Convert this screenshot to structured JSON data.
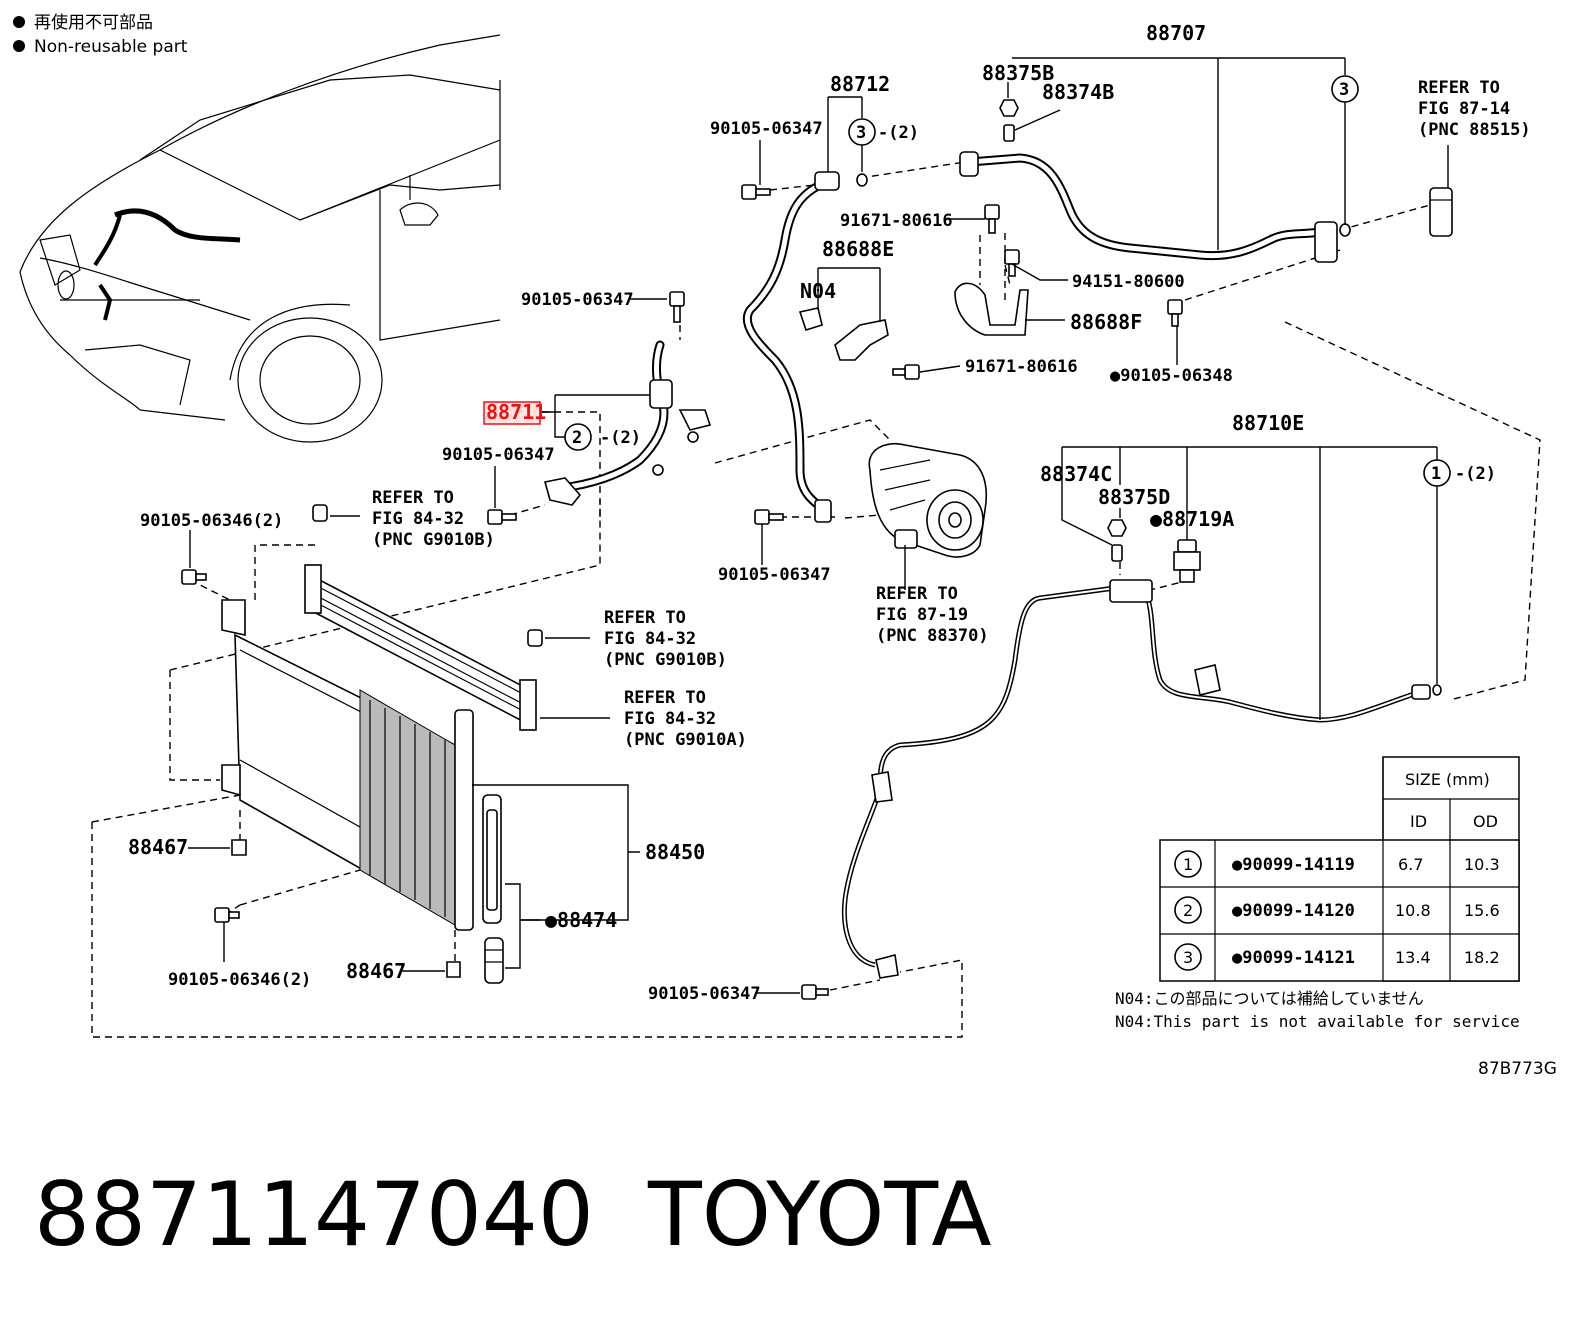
{
  "legend": {
    "jp": "再使用不可部品",
    "en": "Non-reusable part"
  },
  "labels": {
    "p88707": "88707",
    "p88375B": "88375B",
    "p88374B": "88374B",
    "p88712": "88712",
    "b90105_06347_a": "90105-06347",
    "b90105_06347_b": "90105-06347",
    "b90105_06347_c": "90105-06347",
    "b90105_06347_d": "90105-06347",
    "b90105_06347_e": "90105-06347",
    "p91671_80616_a": "91671-80616",
    "p91671_80616_b": "91671-80616",
    "p88688E": "88688E",
    "pN04": "N04",
    "p94151_80600": "94151-80600",
    "p88688F": "88688F",
    "p90105_06348": "●90105-06348",
    "p88711": "88711",
    "p88710E": "88710E",
    "p88374C": "88374C",
    "p88375D": "88375D",
    "p88719A": "●88719A",
    "p90105_06346_a": "90105-06346(2)",
    "p90105_06346_b": "90105-06346(2)",
    "p88467_a": "88467",
    "p88467_b": "88467",
    "p88450": "88450",
    "p88474": "●88474",
    "drawing_code": "87B773G"
  },
  "refs": {
    "fig87_14": [
      "REFER TO",
      "FIG 87-14",
      "(PNC 88515)"
    ],
    "fig84_32_b1": [
      "REFER TO",
      "FIG 84-32",
      "(PNC G9010B)"
    ],
    "fig84_32_b2": [
      "REFER TO",
      "FIG 84-32",
      "(PNC G9010B)"
    ],
    "fig84_32_a": [
      "REFER TO",
      "FIG 84-32",
      "(PNC G9010A)"
    ],
    "fig87_19": [
      "REFER TO",
      "FIG 87-19",
      "(PNC 88370)"
    ]
  },
  "callouts": {
    "c3_88707": "3",
    "c3_88712": "3",
    "c3_88712_qty": "-(2)",
    "c2_88711": "2",
    "c2_88711_qty": "-(2)",
    "c1_88710E": "1",
    "c1_88710E_qty": "-(2)"
  },
  "size_table": {
    "header": "SIZE (mm)",
    "col_id": "ID",
    "col_od": "OD",
    "rows": [
      {
        "mark": "1",
        "part": "●90099-14119",
        "id": "6.7",
        "od": "10.3"
      },
      {
        "mark": "2",
        "part": "●90099-14120",
        "id": "10.8",
        "od": "15.6"
      },
      {
        "mark": "3",
        "part": "●90099-14121",
        "id": "13.4",
        "od": "18.2"
      }
    ]
  },
  "notes": {
    "jp": "N04:この部品については補給していません",
    "en": "N04:This part is not available for service"
  },
  "caption": {
    "part_number": "8871147040",
    "brand": "TOYOTA"
  }
}
